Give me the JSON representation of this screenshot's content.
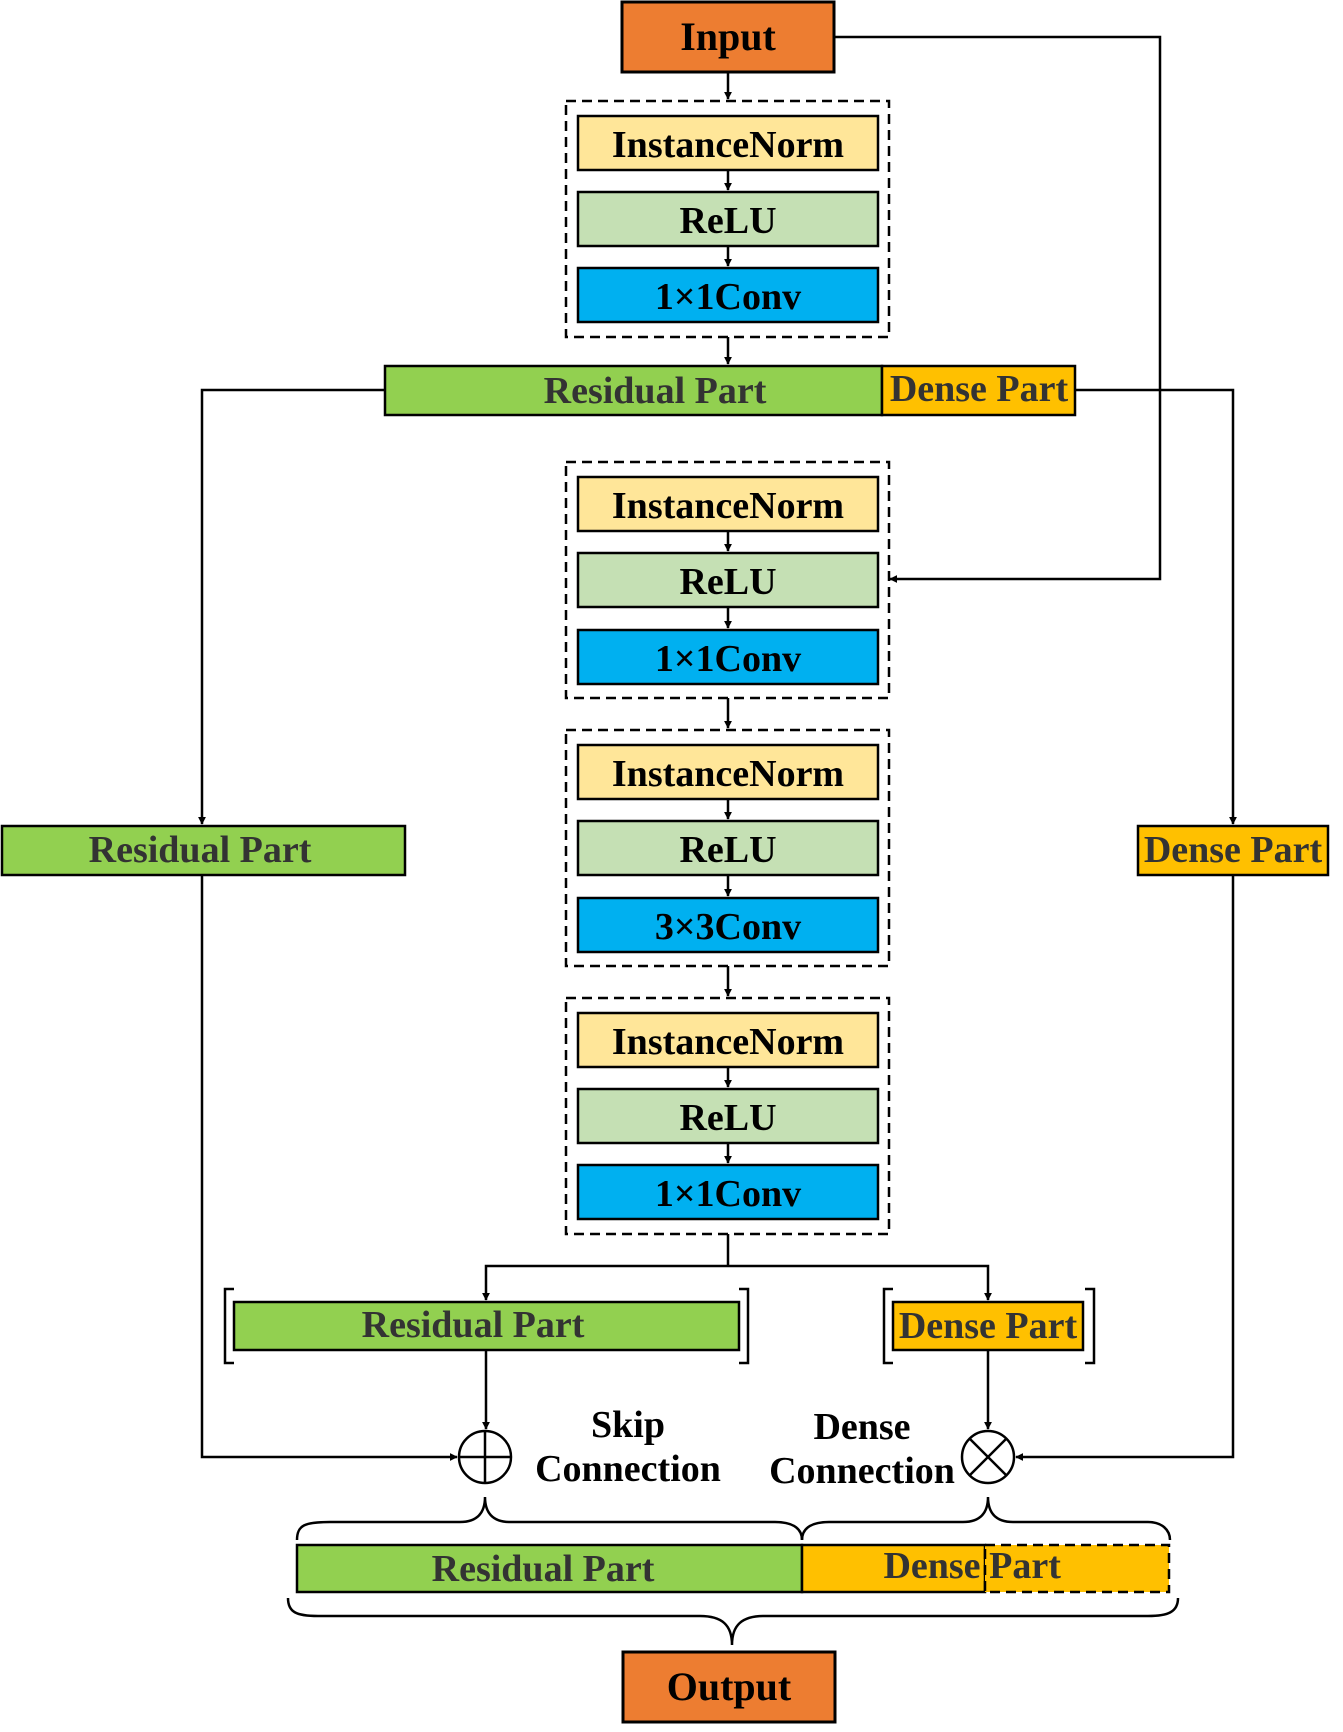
{
  "nodes": {
    "input": "Input",
    "output": "Output",
    "block1": {
      "norm": "InstanceNorm",
      "act": "ReLU",
      "conv": "1×1Conv"
    },
    "block2": {
      "norm": "InstanceNorm",
      "act": "ReLU",
      "conv": "1×1Conv"
    },
    "block3": {
      "norm": "InstanceNorm",
      "act": "ReLU",
      "conv": "3×3Conv"
    },
    "block4": {
      "norm": "InstanceNorm",
      "act": "ReLU",
      "conv": "1×1Conv"
    },
    "split_top": {
      "residual": "Residual Part",
      "dense": "Dense Part"
    },
    "left_residual": "Residual Part",
    "right_dense": "Dense Part",
    "branch_residual": "Residual Part",
    "branch_dense": "Dense Part",
    "merged": {
      "residual": "Residual Part",
      "dense1": "Dense",
      "dense2": "Part"
    }
  },
  "connections": {
    "skip": [
      "Skip",
      "Connection"
    ],
    "dense": [
      "Dense",
      "Connection"
    ]
  },
  "colors": {
    "io": "#ED7D31",
    "norm": "#FFE699",
    "act": "#C5E0B4",
    "conv": "#00B0F0",
    "residual": "#92D050",
    "dense": "#FFC000",
    "line": "#000000"
  }
}
